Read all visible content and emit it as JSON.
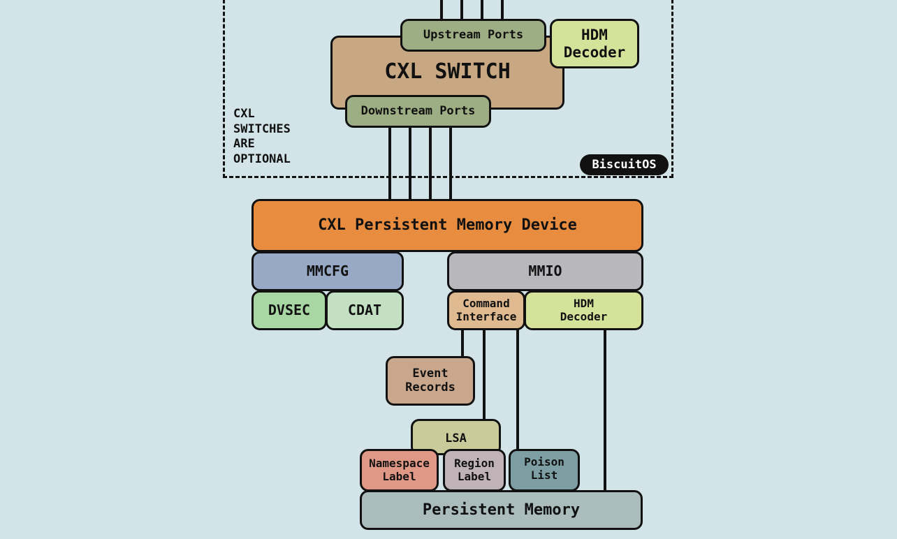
{
  "switch_region": {
    "note": "CXL\nSWITCHES\nARE\nOPTIONAL",
    "switch_label": "CXL SWITCH",
    "upstream_ports": "Upstream Ports",
    "downstream_ports": "Downstream Ports",
    "hdm_decoder": "HDM\nDecoder"
  },
  "badge": "BiscuitOS",
  "device": {
    "title": "CXL Persistent Memory Device",
    "mmcfg": "MMCFG",
    "dvsec": "DVSEC",
    "cdat": "CDAT",
    "mmio": "MMIO",
    "command_interface": "Command\nInterface",
    "hdm_decoder": "HDM\nDecoder"
  },
  "memory": {
    "event_records": "Event\nRecords",
    "lsa": "LSA",
    "namespace_label": "Namespace\nLabel",
    "region_label": "Region\nLabel",
    "poison_list": "Poison\nList",
    "persistent_memory": "Persistent Memory"
  },
  "colors": {
    "background": "#d3e4e8",
    "switch": "#c7a882",
    "ports": "#9eae84",
    "hdm_decoder": "#d5e39a",
    "device": "#e88c40",
    "mmcfg": "#98a9c5",
    "dvsec": "#a8d7a4",
    "cdat": "#c3e0c2",
    "mmio": "#b8b8bc",
    "command_interface": "#dfb98f",
    "event_records": "#c8a78c",
    "lsa": "#c9cc9a",
    "namespace_label": "#e09886",
    "region_label": "#c0b3b8",
    "poison_list": "#7d9ea3",
    "persistent_memory": "#aabcbc"
  }
}
